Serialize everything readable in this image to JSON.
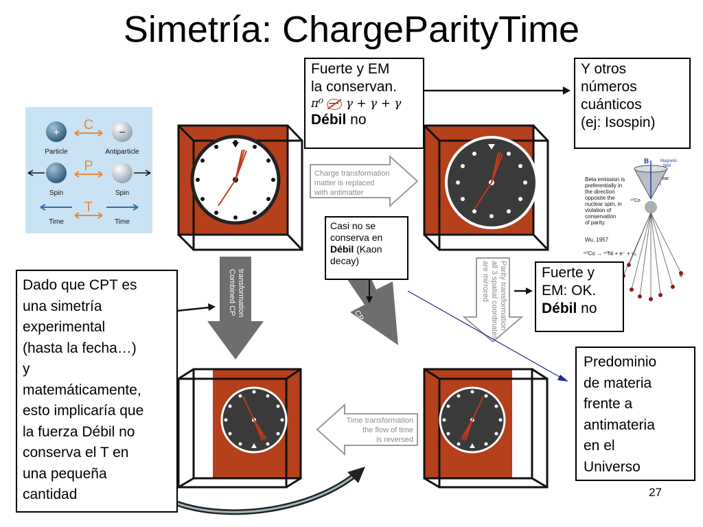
{
  "slide": {
    "title": "Simetría: ChargeParityTime",
    "page_number": "27"
  },
  "boxes": {
    "fuerte_em": {
      "line1": "Fuerte y EM",
      "line2": "la conservan.",
      "formula_pi": "π⁰",
      "formula_rest": "γ + γ + γ",
      "weak_bold": "Débil",
      "weak_rest": " no"
    },
    "otros": {
      "line1": "Y otros",
      "line2": "números",
      "line3": "cuánticos",
      "line4": "(ej: Isospin)"
    },
    "casi": {
      "line1": "Casi no se",
      "line2": "conserva en",
      "bold": "Débil",
      "rest": " (Kaon",
      "line4": "decay)"
    },
    "fuerte_ok": {
      "line1": "Fuerte y",
      "line2": "EM: OK.",
      "bold": "Débil",
      "rest": " no"
    },
    "dado": {
      "lines": [
        "Dado que CPT es",
        "una simetría",
        "experimental",
        "(hasta la fecha…)",
        "y",
        "matemáticamente,",
        "esto implicaría que",
        "la fuerza Débil no",
        "conserva el T en",
        "una pequeña",
        "cantidad"
      ]
    },
    "predominio": {
      "lines": [
        "Predominio",
        "de materia",
        "frente a",
        "antimateria",
        "en el",
        "Universo"
      ]
    }
  },
  "cpt_panel": {
    "c": "C",
    "p": "P",
    "t": "T",
    "particle": "Particle",
    "antiparticle": "Antiparticle",
    "spin_left": "Spin",
    "spin_right": "Spin",
    "time_left": "Time",
    "time_right": "Time",
    "plus": "+",
    "minus": "−"
  },
  "arrows": {
    "charge": [
      "Charge transformation",
      "matter is replaced",
      "with antimatter"
    ],
    "cp": [
      "Combined CP",
      "transformation"
    ],
    "combined_cp": [
      "Combined CP",
      "transformation"
    ],
    "parity": [
      "Parity transformation",
      "all 3 spatial coordinates",
      "are mirrored"
    ],
    "time": [
      "Time transformation",
      "the flow of time",
      "is reversed"
    ]
  },
  "beta": {
    "text": [
      "Beta emission is",
      "preferentially in",
      "the direction",
      "opposite the",
      "nuclear spin, in",
      "violation of",
      "conservation",
      "of parity."
    ],
    "cite": "Wu, 1957",
    "reaction": "⁶⁰Co → ⁶⁰Ni + e⁻ + ν̄ₑ",
    "b": "B",
    "i": "Ī",
    "magnetic": [
      "Magnetic",
      "field"
    ],
    "nuclear": [
      "Nuclear",
      "spin"
    ],
    "co": "⁶⁰Co",
    "e": "e⁻"
  },
  "colors": {
    "cube_face": "#b5401c",
    "clock_dark": "#3a3a3a",
    "panel_bg": "#c9e3f5",
    "arrow_gray": "#6d6e70",
    "hand_red": "#c0391f"
  }
}
